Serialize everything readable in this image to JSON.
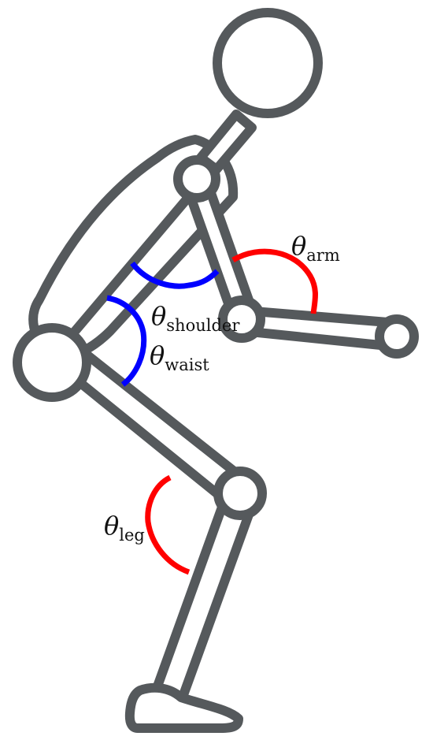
{
  "colors": {
    "limb": "#55595c",
    "fill": "#ffffff",
    "acute_arc": "#0000ff",
    "obtuse_arc": "#ff0000"
  },
  "labels": {
    "arm": {
      "symbol": "θ",
      "subscript": "arm"
    },
    "shoulder": {
      "symbol": "θ",
      "subscript": "shoulder"
    },
    "waist": {
      "symbol": "θ",
      "subscript": "waist"
    },
    "leg": {
      "symbol": "θ",
      "subscript": "leg"
    }
  }
}
